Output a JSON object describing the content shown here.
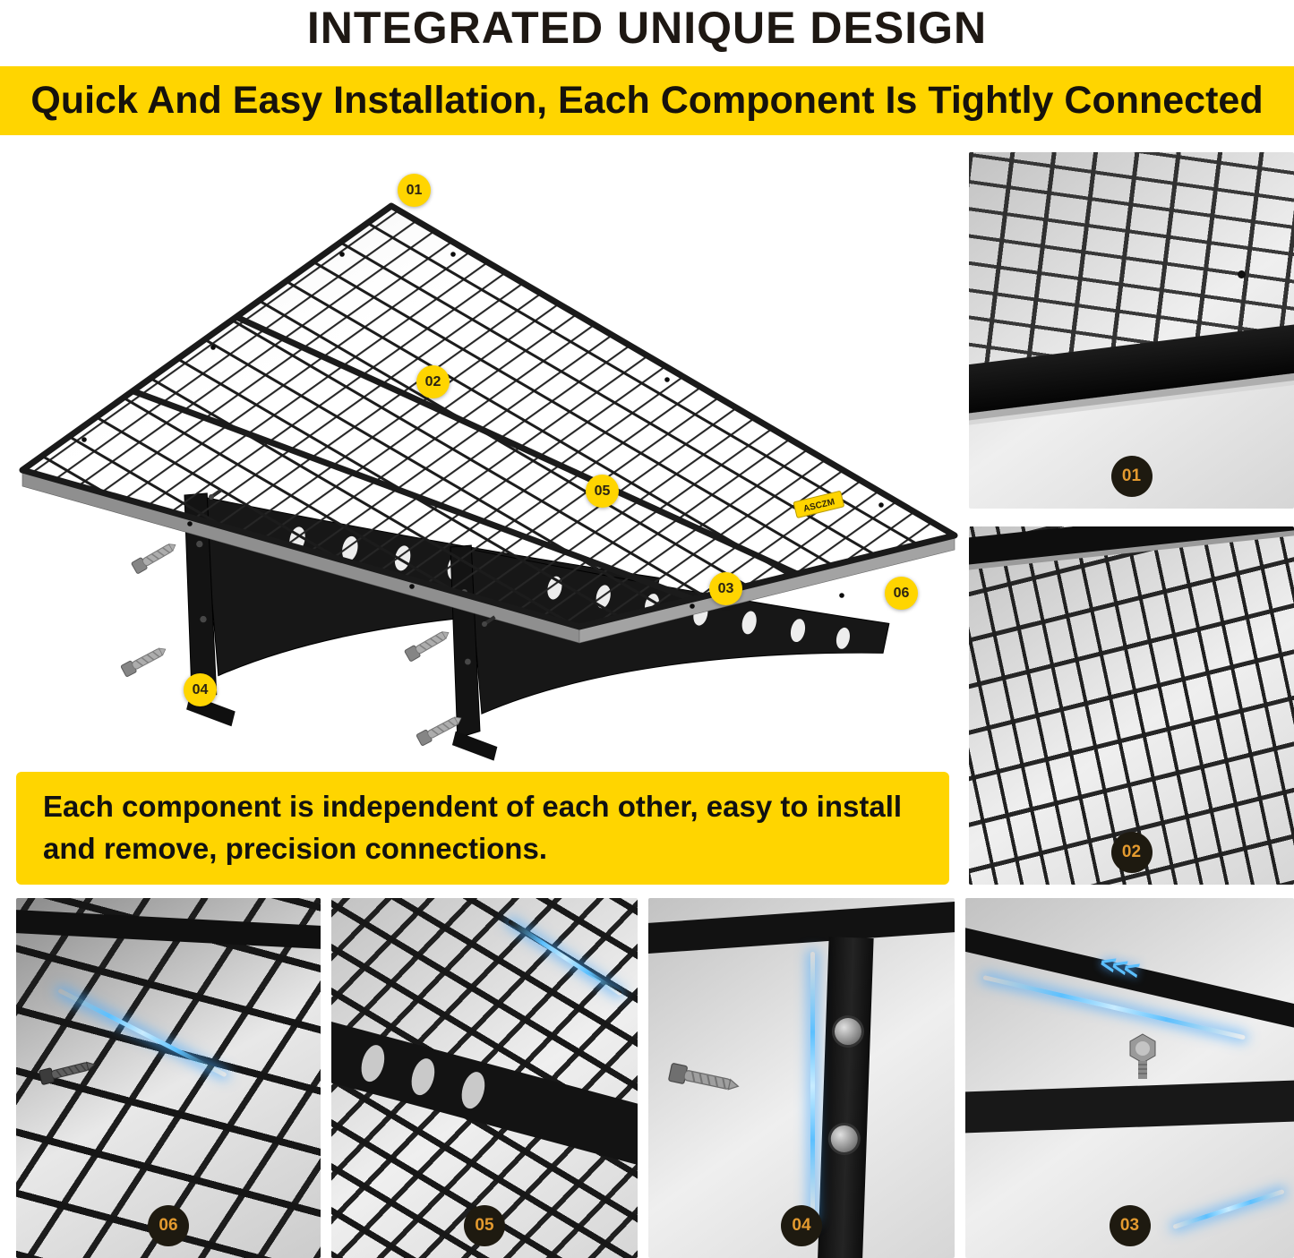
{
  "header": {
    "title": "INTEGRATED UNIQUE DESIGN",
    "banner": "Quick And Easy Installation, Each Component Is Tightly Connected"
  },
  "diagram": {
    "brand_label": "ASCZM",
    "callouts": [
      {
        "id": "01"
      },
      {
        "id": "02"
      },
      {
        "id": "03"
      },
      {
        "id": "04"
      },
      {
        "id": "05"
      },
      {
        "id": "06"
      }
    ]
  },
  "note": {
    "text": "Each component is independent of each other, easy to install and remove, precision connections."
  },
  "panels": {
    "side": [
      {
        "label": "01"
      },
      {
        "label": "02"
      }
    ],
    "bottom": [
      {
        "label": "06"
      },
      {
        "label": "05"
      },
      {
        "label": "04"
      },
      {
        "label": "03"
      }
    ]
  },
  "icons": {
    "speed_chevrons": "<<<"
  },
  "colors": {
    "accent_yellow": "#FFD500",
    "badge_dark_bg": "#1E1A10",
    "badge_amber_text": "#E39A2F",
    "callout_text": "#2B2313",
    "highlight_blue": "#4DB2FF"
  }
}
